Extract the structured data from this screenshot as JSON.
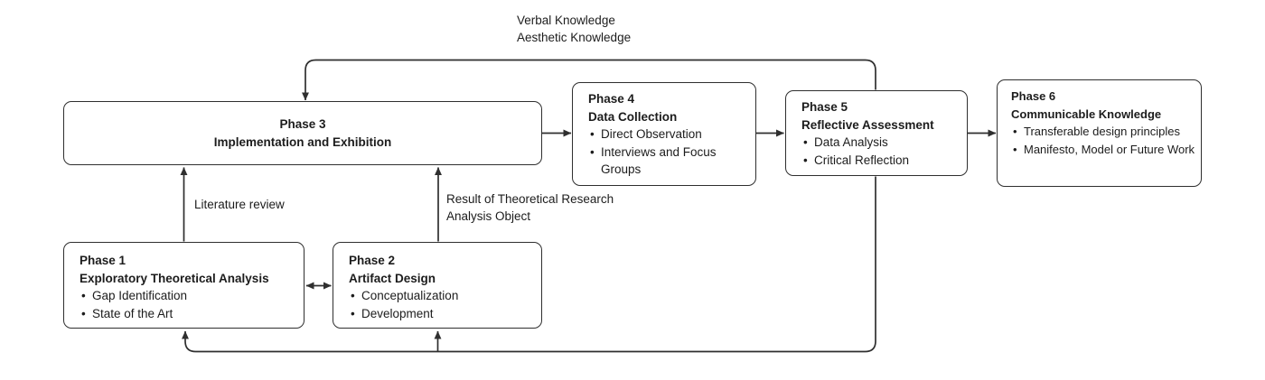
{
  "boxes": {
    "phase3": {
      "title": "Phase 3",
      "subtitle": "Implementation and Exhibition"
    },
    "phase4": {
      "title": "Phase 4",
      "subtitle": "Data Collection",
      "bullets": [
        "Direct Observation",
        "Interviews and Focus Groups"
      ]
    },
    "phase5": {
      "title": "Phase 5",
      "subtitle": "Reflective Assessment",
      "bullets": [
        "Data Analysis",
        "Critical Reflection"
      ]
    },
    "phase6": {
      "title": "Phase 6",
      "subtitle": "Communicable Knowledge",
      "bullets": [
        "Transferable design principles",
        "Manifesto, Model or Future Work"
      ]
    },
    "phase1": {
      "title": "Phase 1",
      "subtitle": "Exploratory Theoretical Analysis",
      "bullets": [
        "Gap Identification",
        "State of the Art"
      ]
    },
    "phase2": {
      "title": "Phase 2",
      "subtitle": "Artifact Design",
      "bullets": [
        "Conceptualization",
        "Development"
      ]
    }
  },
  "edge_labels": {
    "top_feedback": [
      "Verbal Knowledge",
      "Aesthetic Knowledge"
    ],
    "phase1_to_phase3": "Literature review",
    "phase2_to_phase3": [
      "Result of Theoretical Research",
      "Analysis Object"
    ]
  },
  "colors": {
    "line": "#2f2f2f",
    "border": "#2f2f2f",
    "text": "#1c1c1c",
    "background": "#ffffff",
    "box-fill": "#ffffff"
  }
}
